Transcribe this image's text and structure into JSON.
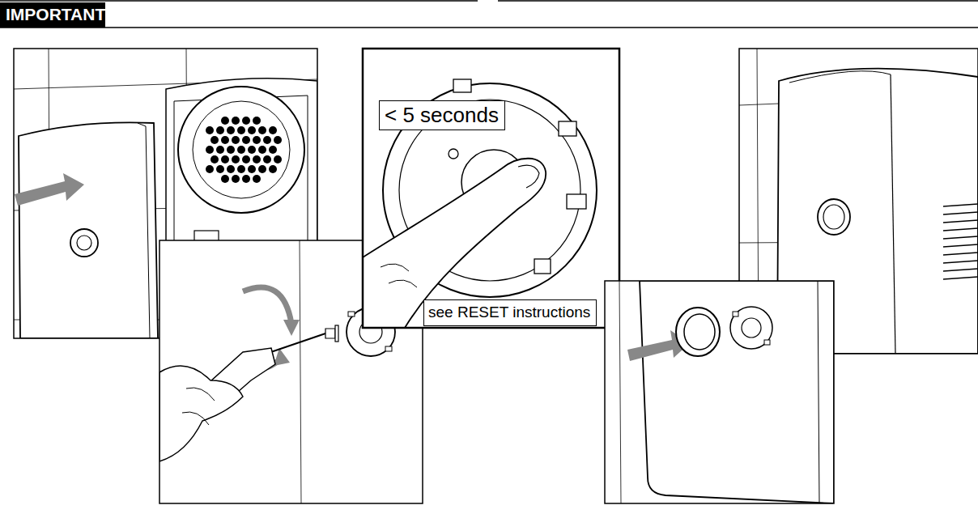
{
  "diagram": {
    "title": "IMPORTANT",
    "nodes": [
      {
        "text": [
          "< 5 seconds"
        ]
      },
      {
        "text": [
          "see RESET instructions"
        ]
      }
    ]
  }
}
